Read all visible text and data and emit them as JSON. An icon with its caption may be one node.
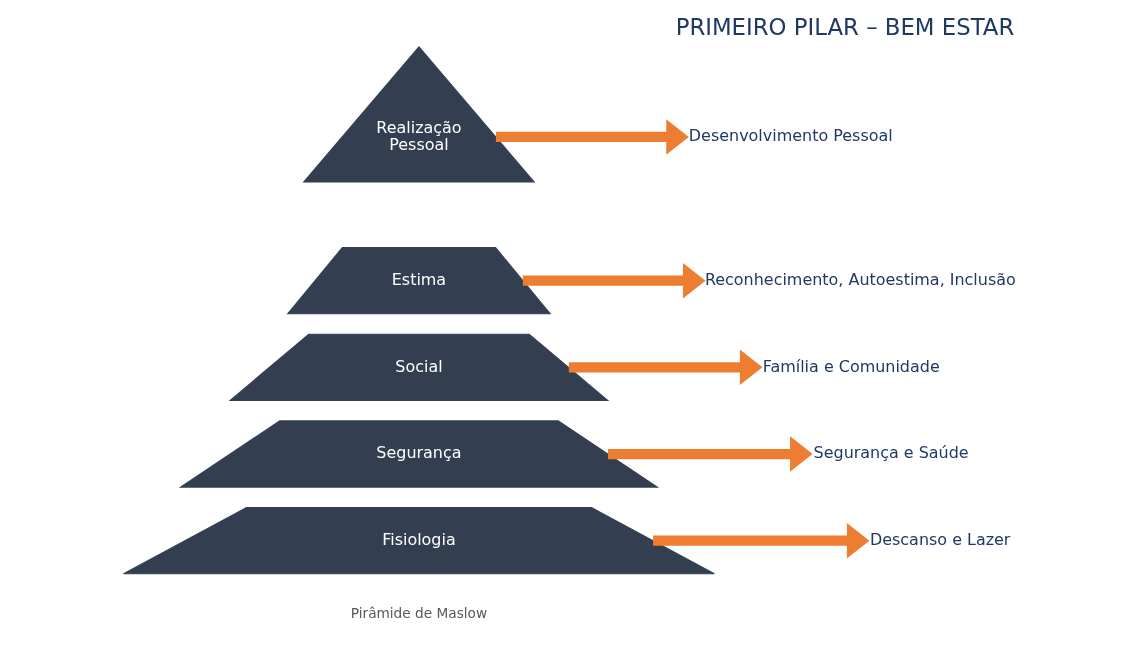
{
  "diagram": {
    "title": "PRIMEIRO PILAR – BEM ESTAR",
    "caption": "Pirâmide de Maslow",
    "nodes": [
      {
        "text": [
          "Realização Pessoal"
        ]
      },
      {
        "text": [
          "Desenvolvimento Pessoal"
        ]
      },
      {
        "text": [
          "Estima"
        ]
      },
      {
        "text": [
          "Reconhecimento, Autoestima, Inclusão"
        ]
      },
      {
        "text": [
          "Social"
        ]
      },
      {
        "text": [
          "Família e Comunidade"
        ]
      },
      {
        "text": [
          "Segurança"
        ]
      },
      {
        "text": [
          "Segurança e Saúde"
        ]
      },
      {
        "text": [
          "Fisiologia"
        ]
      },
      {
        "text": [
          "Descanso e Lazer"
        ]
      }
    ],
    "edges": [
      {
        "from": 0,
        "to": 1,
        "arrow": "to"
      },
      {
        "from": 2,
        "to": 3,
        "arrow": "to"
      },
      {
        "from": 4,
        "to": 5,
        "arrow": "to"
      },
      {
        "from": 6,
        "to": 7,
        "arrow": "to"
      },
      {
        "from": 8,
        "to": 9,
        "arrow": "to"
      }
    ]
  }
}
